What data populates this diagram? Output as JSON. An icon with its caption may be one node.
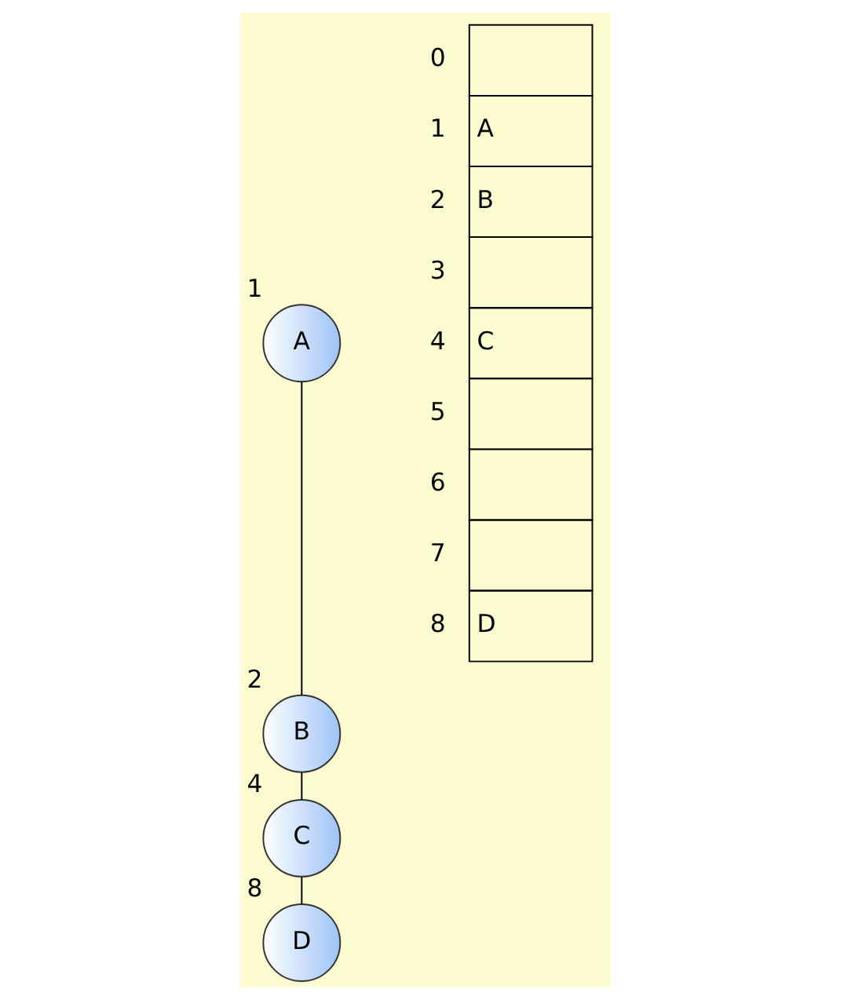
{
  "diagram": {
    "nodes": [
      {
        "text": [
          "A"
        ],
        "beside": [
          "1"
        ]
      },
      {
        "text": [
          "B"
        ],
        "beside": [
          "2"
        ]
      },
      {
        "text": [
          "C"
        ],
        "beside": [
          "4"
        ]
      },
      {
        "text": [
          "D"
        ],
        "beside": [
          "8"
        ]
      }
    ],
    "edges": [
      {
        "from": 0,
        "to": 1,
        "arrow": "none"
      },
      {
        "from": 1,
        "to": 2,
        "arrow": "none"
      },
      {
        "from": 2,
        "to": 3,
        "arrow": "none"
      }
    ],
    "labels": [
      "0",
      "1",
      "A",
      "2",
      "B",
      "3",
      "4",
      "C",
      "5",
      "6",
      "7",
      "8",
      "D"
    ]
  }
}
